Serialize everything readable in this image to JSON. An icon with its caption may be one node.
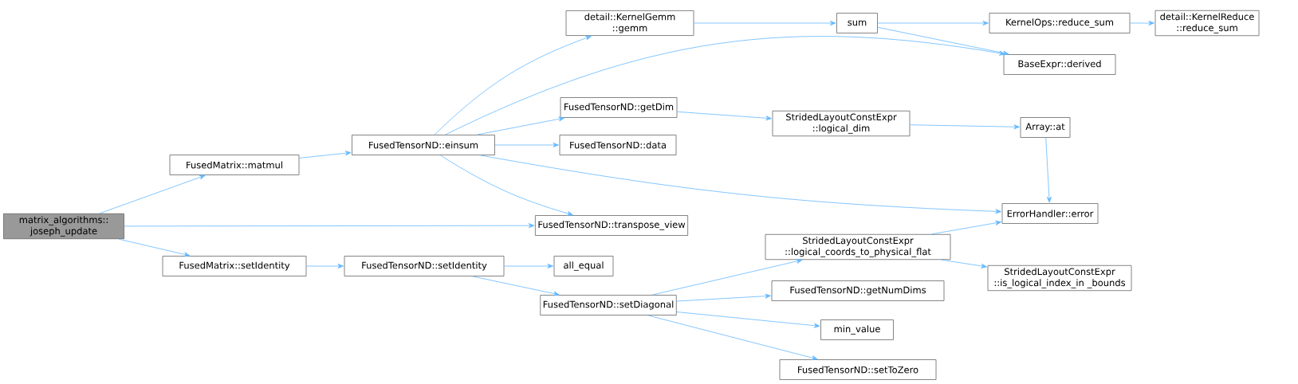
{
  "diagram": {
    "nodes": [
      {
        "text": [
          "matrix_algorithms:: joseph_update"
        ]
      },
      {
        "text": [
          "FusedMatrix::matmul"
        ]
      },
      {
        "text": [
          "FusedMatrix::setIdentity"
        ]
      },
      {
        "text": [
          "FusedTensorND::einsum"
        ]
      },
      {
        "text": [
          "FusedTensorND::transpose_view"
        ]
      },
      {
        "text": [
          "FusedTensorND::setIdentity"
        ]
      },
      {
        "text": [
          "detail::KernelGemm ::gemm"
        ]
      },
      {
        "text": [
          "BaseExpr::derived"
        ]
      },
      {
        "text": [
          "FusedTensorND::getDim"
        ]
      },
      {
        "text": [
          "FusedTensorND::data"
        ]
      },
      {
        "text": [
          "ErrorHandler::error"
        ]
      },
      {
        "text": [
          "all_equal"
        ]
      },
      {
        "text": [
          "FusedTensorND::setDiagonal"
        ]
      },
      {
        "text": [
          "sum"
        ]
      },
      {
        "text": [
          "StridedLayoutConstExpr ::logical_dim"
        ]
      },
      {
        "text": [
          "StridedLayoutConstExpr ::logical_coords_to_physical_flat"
        ]
      },
      {
        "text": [
          "FusedTensorND::getNumDims"
        ]
      },
      {
        "text": [
          "min_value"
        ]
      },
      {
        "text": [
          "FusedTensorND::setToZero"
        ]
      },
      {
        "text": [
          "KernelOps::reduce_sum"
        ]
      },
      {
        "text": [
          "detail::KernelReduce ::reduce_sum"
        ]
      },
      {
        "text": [
          "Array::at"
        ]
      },
      {
        "text": [
          "StridedLayoutConstExpr ::is_logical_index_in _bounds"
        ]
      }
    ],
    "edges": [
      {
        "from": 0,
        "to": 1,
        "arrow": "to"
      },
      {
        "from": 0,
        "to": 4,
        "arrow": "to"
      },
      {
        "from": 0,
        "to": 2,
        "arrow": "to"
      },
      {
        "from": 1,
        "to": 3,
        "arrow": "to"
      },
      {
        "from": 2,
        "to": 5,
        "arrow": "to"
      },
      {
        "from": 3,
        "to": 6,
        "arrow": "to"
      },
      {
        "from": 3,
        "to": 7,
        "arrow": "to"
      },
      {
        "from": 3,
        "to": 8,
        "arrow": "to"
      },
      {
        "from": 3,
        "to": 9,
        "arrow": "to"
      },
      {
        "from": 3,
        "to": 10,
        "arrow": "to"
      },
      {
        "from": 3,
        "to": 4,
        "arrow": "to"
      },
      {
        "from": 5,
        "to": 11,
        "arrow": "to"
      },
      {
        "from": 5,
        "to": 12,
        "arrow": "to"
      },
      {
        "from": 6,
        "to": 13,
        "arrow": "to"
      },
      {
        "from": 13,
        "to": 19,
        "arrow": "to"
      },
      {
        "from": 13,
        "to": 7,
        "arrow": "to"
      },
      {
        "from": 19,
        "to": 20,
        "arrow": "to"
      },
      {
        "from": 8,
        "to": 14,
        "arrow": "to"
      },
      {
        "from": 14,
        "to": 21,
        "arrow": "to"
      },
      {
        "from": 21,
        "to": 10,
        "arrow": "to"
      },
      {
        "from": 12,
        "to": 15,
        "arrow": "to"
      },
      {
        "from": 12,
        "to": 16,
        "arrow": "to"
      },
      {
        "from": 12,
        "to": 17,
        "arrow": "to"
      },
      {
        "from": 12,
        "to": 18,
        "arrow": "to"
      },
      {
        "from": 15,
        "to": 10,
        "arrow": "to"
      },
      {
        "from": 15,
        "to": 22,
        "arrow": "to"
      }
    ]
  }
}
